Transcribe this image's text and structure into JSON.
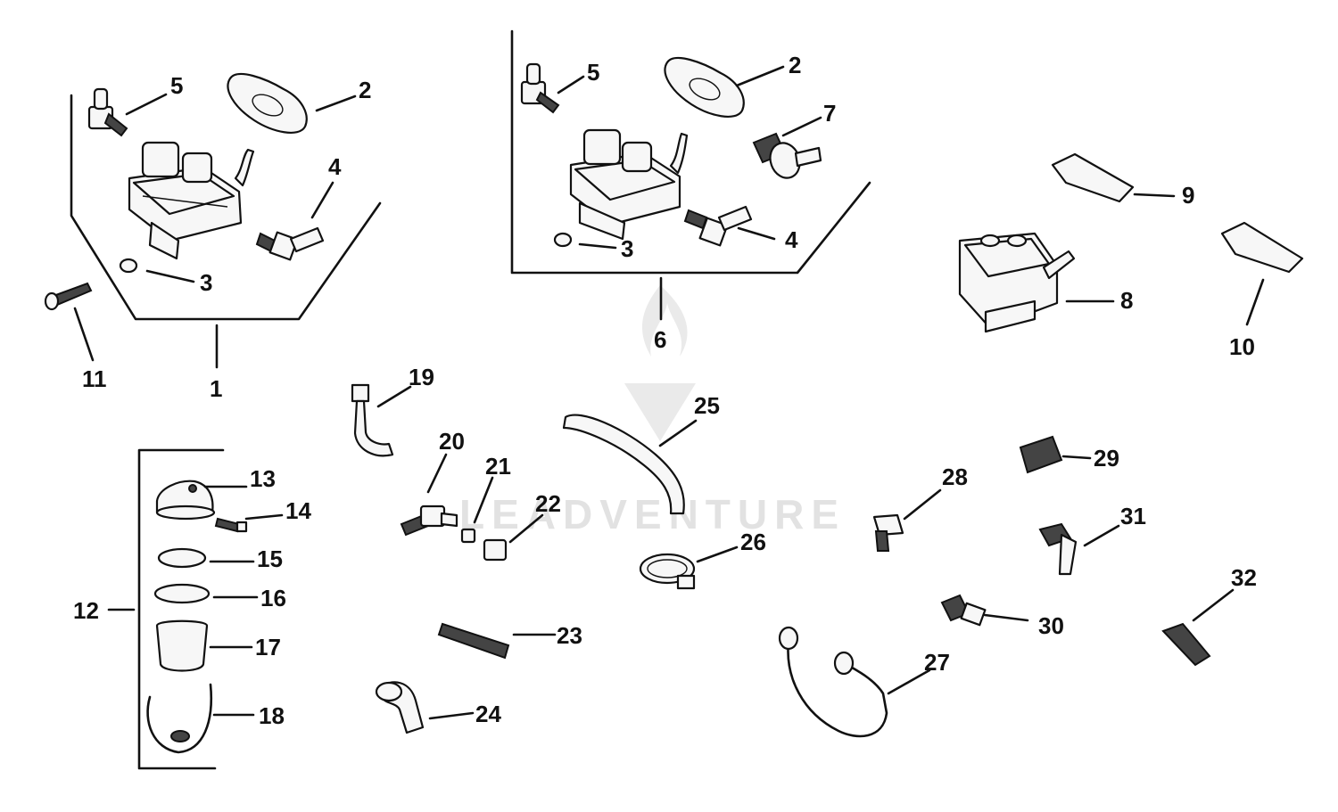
{
  "watermark": {
    "text": "LEADVENTURE"
  },
  "labels": {
    "l1": "1",
    "l2a": "2",
    "l2b": "2",
    "l3a": "3",
    "l3b": "3",
    "l4a": "4",
    "l4b": "4",
    "l5a": "5",
    "l5b": "5",
    "l6": "6",
    "l7": "7",
    "l8": "8",
    "l9": "9",
    "l10": "10",
    "l11": "11",
    "l12": "12",
    "l13": "13",
    "l14": "14",
    "l15": "15",
    "l16": "16",
    "l17": "17",
    "l18": "18",
    "l19": "19",
    "l20": "20",
    "l21": "21",
    "l22": "22",
    "l23": "23",
    "l24": "24",
    "l25": "25",
    "l26": "26",
    "l27": "27",
    "l28": "28",
    "l29": "29",
    "l30": "30",
    "l31": "31",
    "l32": "32"
  }
}
